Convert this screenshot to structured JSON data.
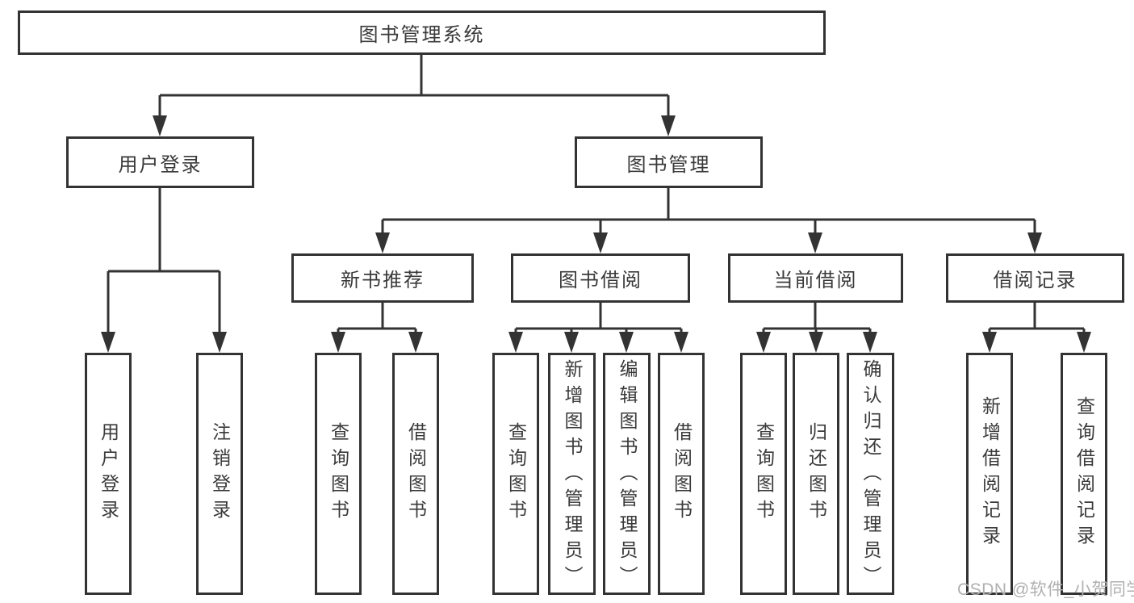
{
  "tree": {
    "root": {
      "label": "图书管理系统"
    },
    "level2": [
      {
        "label": "用户登录"
      },
      {
        "label": "图书管理"
      }
    ],
    "level3": [
      {
        "label": "新书推荐"
      },
      {
        "label": "图书借阅"
      },
      {
        "label": "当前借阅"
      },
      {
        "label": "借阅记录"
      }
    ],
    "leaves": {
      "user_login": [
        "用户登录",
        "注销登录"
      ],
      "new_book_recommend": [
        "查询图书",
        "借阅图书"
      ],
      "book_borrow": [
        "查询图书",
        "新增图书（管理员）",
        "编辑图书（管理员）",
        "借阅图书"
      ],
      "current_borrow": [
        "查询图书",
        "归还图书",
        "确认归还（管理员）"
      ],
      "borrow_records": [
        "新增借阅记录",
        "查询借阅记录"
      ]
    }
  },
  "watermark": "CSDN @软件_小贺同学",
  "colors": {
    "background": "#ffffff",
    "line": "#333333",
    "box_border": "#333333",
    "text": "#3a3a3a",
    "watermark": "#b0b0b0"
  }
}
